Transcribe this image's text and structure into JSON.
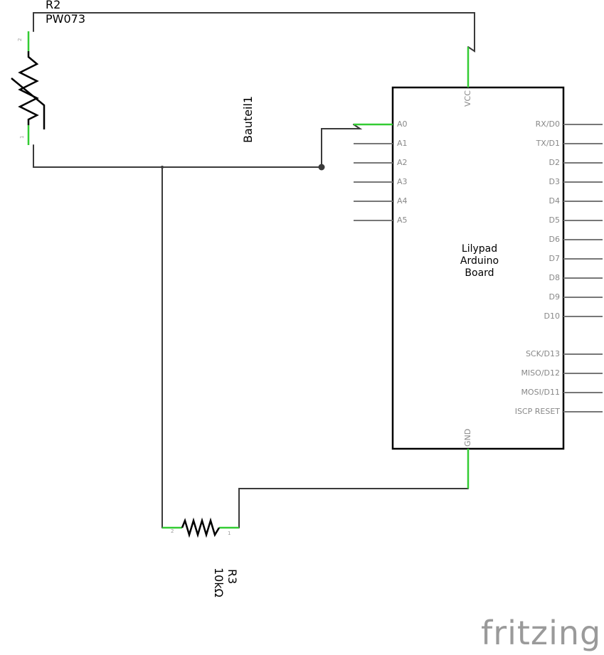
{
  "r2": {
    "name": "R2",
    "value": "PW073",
    "pin_top": "2",
    "pin_bottom": "1"
  },
  "r3": {
    "name": "R3",
    "value": "10kΩ",
    "pin_left": "2",
    "pin_right": "1"
  },
  "part_label": "Bauteil1",
  "board": {
    "name_lines": [
      "Lilypad",
      "Arduino",
      "Board"
    ],
    "pin_top": "VCC",
    "pin_bottom": "GND",
    "pins_left": [
      "A0",
      "A1",
      "A2",
      "A3",
      "A4",
      "A5"
    ],
    "pins_right": [
      "RX/D0",
      "TX/D1",
      "D2",
      "D3",
      "D4",
      "D5",
      "D6",
      "D7",
      "D8",
      "D9",
      "D10"
    ],
    "pins_right_lower": [
      "SCK/D13",
      "MISO/D12",
      "MOSI/D11",
      "ISCP RESET"
    ]
  },
  "logo": "fritzing",
  "colors": {
    "wire": "#3a3a3a",
    "connected_pin": "#33cc33",
    "pin": "#777777"
  }
}
